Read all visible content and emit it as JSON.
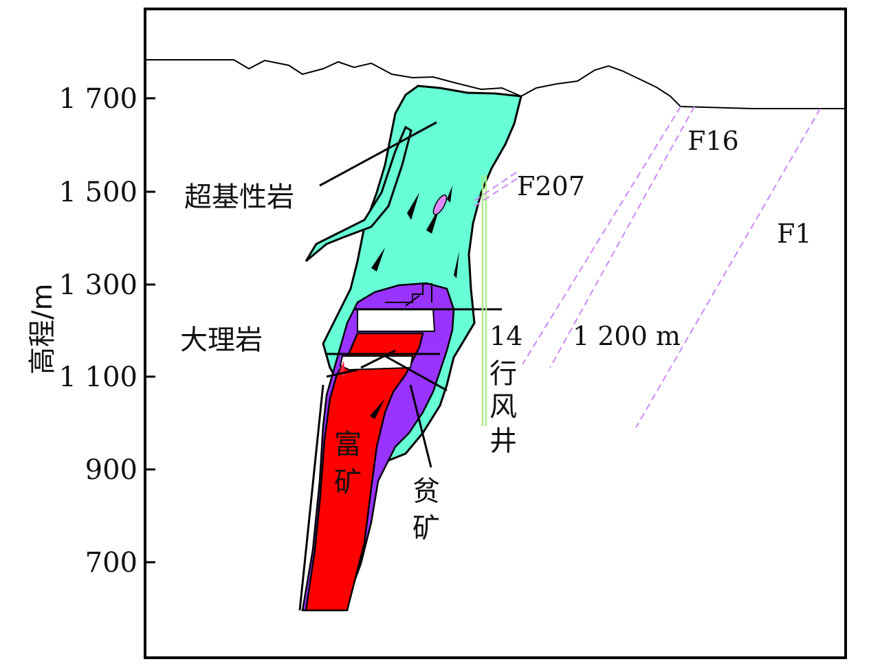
{
  "axis": {
    "ylabel": "高程/m",
    "ticks": [
      "1 700",
      "1 500",
      "1 300",
      "1 100",
      "900",
      "700"
    ]
  },
  "labels": {
    "ultramafic": "超基性岩",
    "marble": "大理岩",
    "rich_ore_1": "富",
    "rich_ore_2": "矿",
    "lean_ore_1": "贫",
    "lean_ore_2": "矿",
    "shaft_1": "14",
    "shaft_2": "行",
    "shaft_3": "风",
    "shaft_4": "井",
    "fault_f207": "F207",
    "fault_f16": "F16",
    "fault_f1": "F1",
    "level_1200": "1 200 m"
  },
  "colors": {
    "ultramafic": "#66ffd6",
    "rich_ore": "#ff0000",
    "lean_ore": "#9933ff",
    "fault": "#cc88ff",
    "shaft": "#aaee88",
    "frame": "#000000"
  }
}
